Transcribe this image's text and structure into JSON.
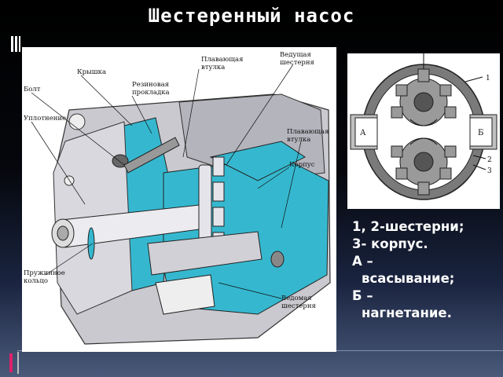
{
  "title": "Шестеренный насос",
  "left_diagram_labels": {
    "bolt": "Болт",
    "cover": "Крышка",
    "rubber_gasket_1": "Резиновая",
    "rubber_gasket_2": "прокладка",
    "floating_sleeve_top_1": "Плавающая",
    "floating_sleeve_top_2": "втулка",
    "drive_gear_1": "Ведущая",
    "drive_gear_2": "шестерня",
    "seal": "Уплотнение",
    "floating_sleeve_right_1": "Плавающая",
    "floating_sleeve_right_2": "втулка",
    "housing": "Корпус",
    "spring_ring_1": "Пружинное",
    "spring_ring_2": "кольцо",
    "driven_gear_1": "Ведомая",
    "driven_gear_2": "шестерня"
  },
  "right_diagram_labels": {
    "a": "А",
    "b": "Б",
    "n1": "1",
    "n2": "2",
    "n3": "3"
  },
  "legend": {
    "line1": "1, 2-шестерни;",
    "line2": "3- корпус.",
    "line3": "А –",
    "line4": "всасывание;",
    "line5": "Б –",
    "line6": "нагнетание."
  }
}
